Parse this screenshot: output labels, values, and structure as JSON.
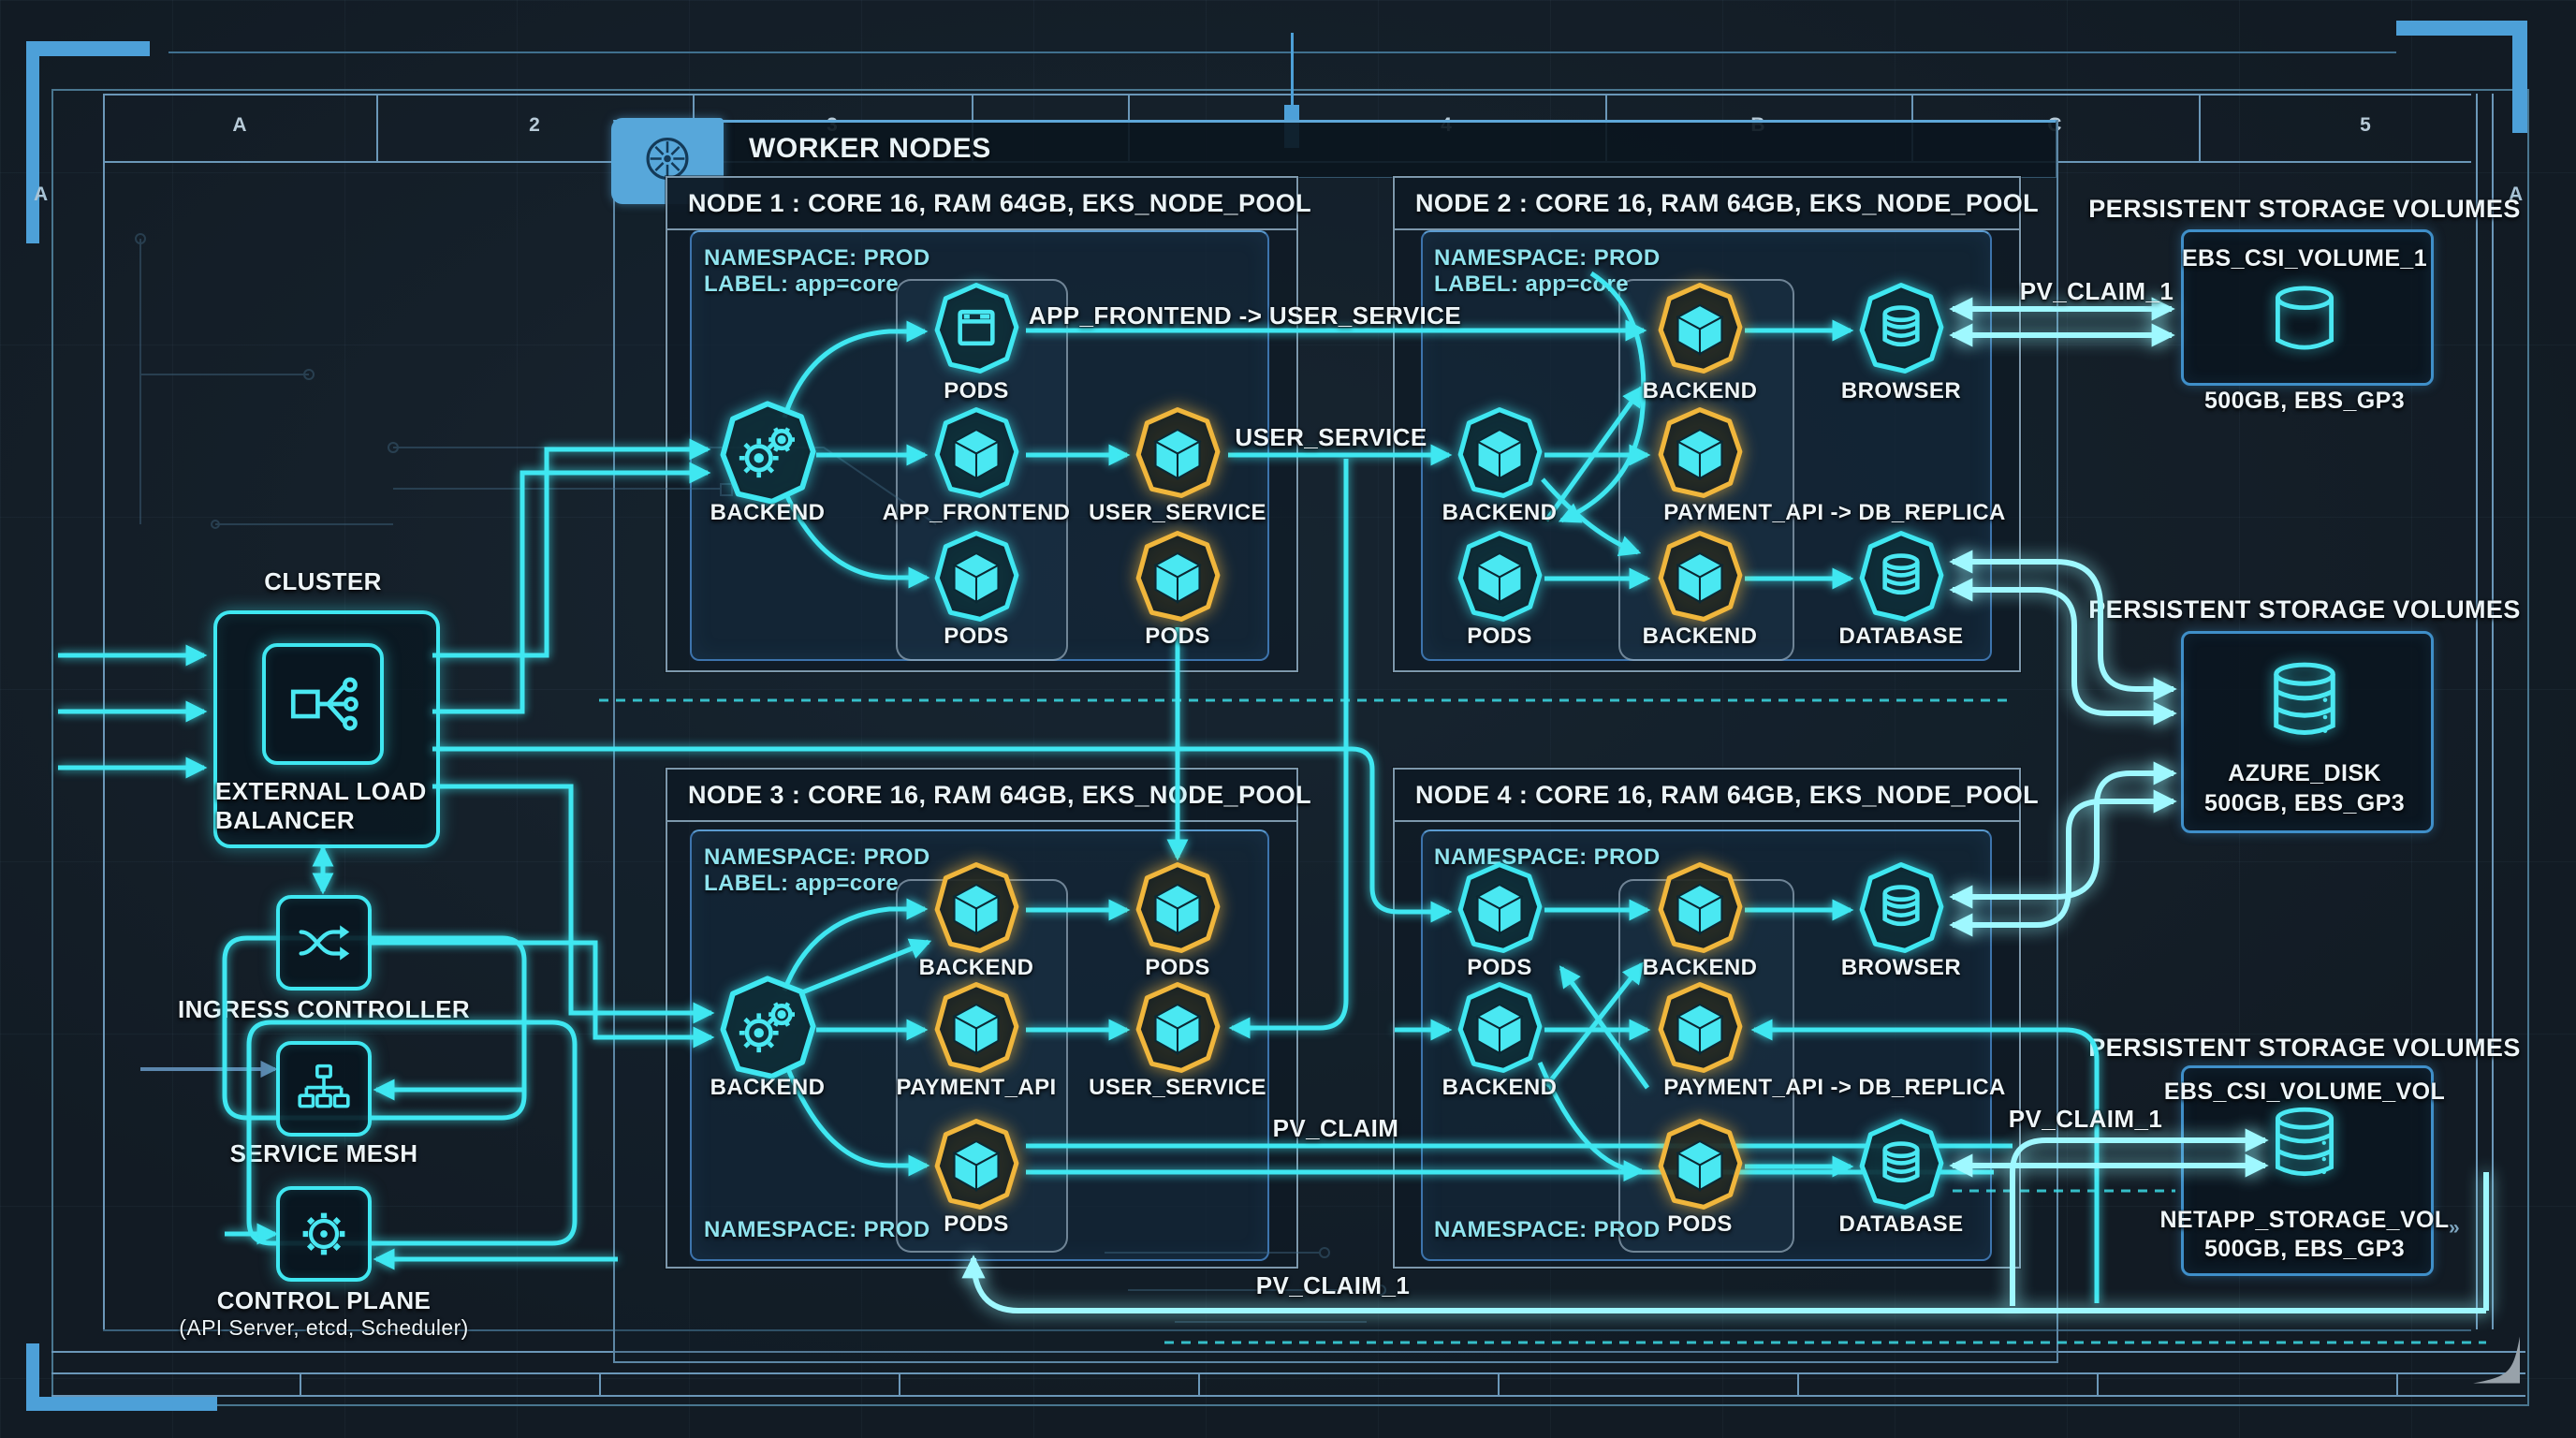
{
  "meta": {
    "accent_cyan": "#3fe7f1",
    "accent_amber": "#f0b63c",
    "accent_blue": "#4da0d8",
    "background": "#141d26"
  },
  "ruler": {
    "cols": [
      "A",
      "2",
      "3",
      "4",
      "B",
      "C",
      "5"
    ],
    "left_row": "A",
    "right_row": "A",
    "corner_glyph": "»"
  },
  "cluster": {
    "title": "CLUSTER",
    "load_balancer_label": "EXTERNAL LOAD BALANCER",
    "ingress_label": "INGRESS CONTROLLER",
    "service_mesh_label": "SERVICE MESH",
    "control_plane_label": "CONTROL PLANE",
    "control_plane_sub": "(API Server, etcd, Scheduler)"
  },
  "worker_nodes": {
    "title": "WORKER NODES"
  },
  "nodes": [
    {
      "header": "NODE 1 : CORE 16, RAM 64GB, EKS_NODE_POOL",
      "namespace": "NAMESPACE: PROD",
      "label": "LABEL: app=core",
      "backend": "BACKEND",
      "pods_a": "PODS",
      "app_frontend": "APP_FRONTEND",
      "pods_b": "PODS",
      "user_service": "USER_SERVICE",
      "pods_c": "PODS"
    },
    {
      "header": "NODE 2 : CORE 16, RAM 64GB, EKS_NODE_POOL",
      "namespace": "NAMESPACE: PROD",
      "label": "LABEL: app=core",
      "backend_a": "BACKEND",
      "browser": "BROWSER",
      "backend_b": "BACKEND",
      "payment_route": "PAYMENT_API -> DB_REPLICA",
      "pods": "PODS",
      "backend_c": "BACKEND",
      "database": "DATABASE"
    },
    {
      "header": "NODE 3 : CORE 16, RAM 64GB, EKS_NODE_POOL",
      "namespace": "NAMESPACE: PROD",
      "label": "LABEL: app=core",
      "namespace_bottom": "NAMESPACE: PROD",
      "backend": "BACKEND",
      "backend_a": "BACKEND",
      "pods_a": "PODS",
      "payment_api": "PAYMENT_API",
      "user_service": "USER_SERVICE",
      "pods_b": "PODS"
    },
    {
      "header": "NODE 4 : CORE 16, RAM 64GB, EKS_NODE_POOL",
      "namespace": "NAMESPACE: PROD",
      "namespace_bottom": "NAMESPACE: PROD",
      "pods_a": "PODS",
      "backend_a": "BACKEND",
      "browser": "BROWSER",
      "backend_b": "BACKEND",
      "payment_route": "PAYMENT_API -> DB_REPLICA",
      "pods_b": "PODS",
      "database": "DATABASE"
    }
  ],
  "connections": {
    "route_frontend": "APP_FRONTEND -> USER_SERVICE",
    "route_user": "USER_SERVICE",
    "pv_claim_top": "PV_CLAIM_1",
    "pv_claim_mid": "PV_CLAIM",
    "pv_claim_right": "PV_CLAIM_1",
    "pv_claim_bottom": "PV_CLAIM_1"
  },
  "storage": [
    {
      "title": "PERSISTENT STORAGE VOLUMES",
      "name": "EBS_CSI_VOLUME_1",
      "spec": "500GB, EBS_GP3"
    },
    {
      "title": "PERSISTENT STORAGE VOLUMES",
      "name": "AZURE_DISK",
      "spec": "500GB, EBS_GP3"
    },
    {
      "title": "PERSISTENT STORAGE VOLUMES",
      "name": "EBS_CSI_VOLUME_VOL",
      "name_2": "NETAPP_STORAGE_VOL",
      "spec": "500GB, EBS_GP3"
    }
  ]
}
